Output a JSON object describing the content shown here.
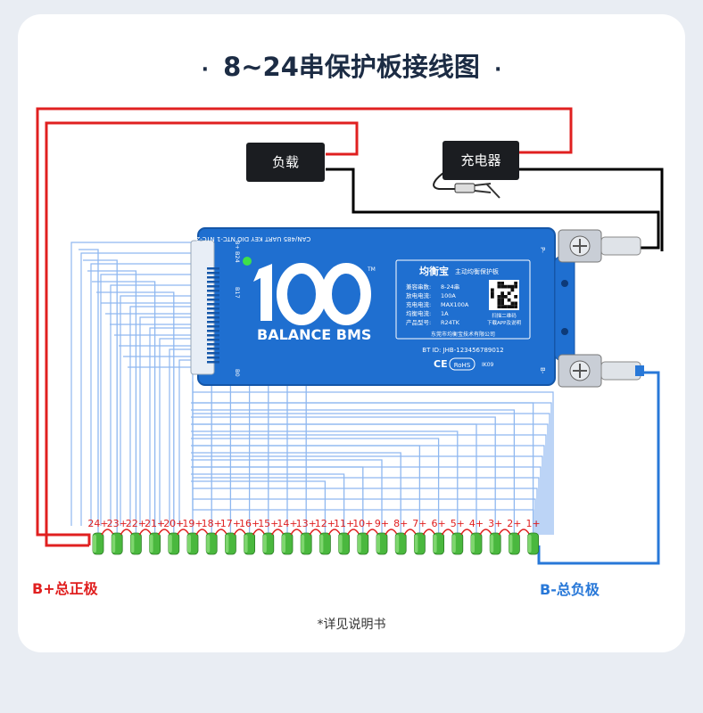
{
  "title": "8~24串保护板接线图",
  "title_dot": "·",
  "load_label": "负载",
  "charger_label": "充电器",
  "board": {
    "ports": "CAN/485 UART KEY DIO NTC-1 NTC-2",
    "pin_top": "B+ B24",
    "pin_mid": "B17",
    "pin_bottom": "B0",
    "brand": "BALANCE BMS",
    "tm": "TM",
    "p_minus": "P-",
    "b_minus": "B-",
    "product": "均衡宝",
    "product_sub": "主动均衡保护板",
    "specs": [
      [
        "兼容串数:",
        "8-24串"
      ],
      [
        "放电电流:",
        "100A"
      ],
      [
        "充电电流:",
        "MAX100A"
      ],
      [
        "均衡电流:",
        "1A"
      ],
      [
        "产品型号:",
        "R24TK"
      ]
    ],
    "qr_caption1": "扫描二维码",
    "qr_caption2": "下载APP及说明",
    "company": "东莞市均衡宝技术有限公司",
    "bt_id": "BT ID: JHB-123456789012",
    "ce": "CE",
    "rohs": "RoHS",
    "model_code": "IK09"
  },
  "cell_labels": [
    "24+",
    "23+",
    "22+",
    "21+",
    "20+",
    "19+",
    "18+",
    "17+",
    "16+",
    "15+",
    "14+",
    "13+",
    "12+",
    "11+",
    "10+",
    "9+",
    "8+",
    "7+",
    "6+",
    "5+",
    "4+",
    "3+",
    "2+",
    "1+"
  ],
  "b_plus_label": "B+总正极",
  "b_minus_label": "B-总负极",
  "note": "*详见说明书",
  "colors": {
    "red": "#e02020",
    "blue": "#2878d8",
    "wire": "#000000",
    "board": "#1f6fd0",
    "cell": "#4ab83e",
    "balance": "#8fb8f0"
  }
}
